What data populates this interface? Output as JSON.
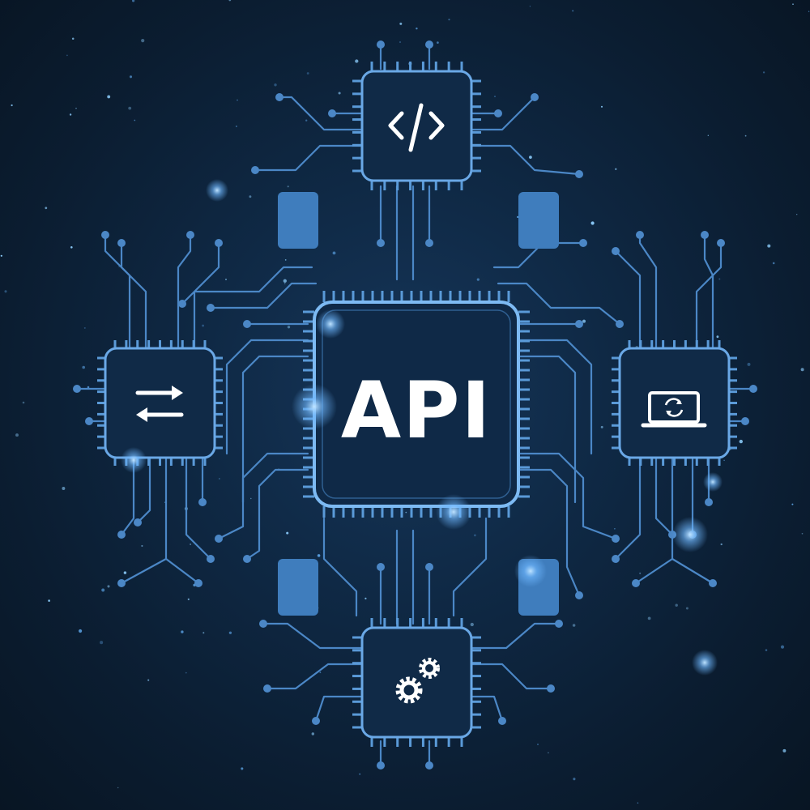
{
  "center_chip": {
    "label": "API",
    "icon": "none"
  },
  "satellite_chips": [
    {
      "position": "top",
      "icon": "code-brackets-icon"
    },
    {
      "position": "left",
      "icon": "exchange-arrows-icon"
    },
    {
      "position": "right",
      "icon": "laptop-sync-icon"
    },
    {
      "position": "bottom",
      "icon": "gears-icon"
    }
  ],
  "colors": {
    "background": "#0b1d31",
    "trace": "#4b87c6",
    "chip_border": "#7dbaf3",
    "text": "#ffffff"
  }
}
